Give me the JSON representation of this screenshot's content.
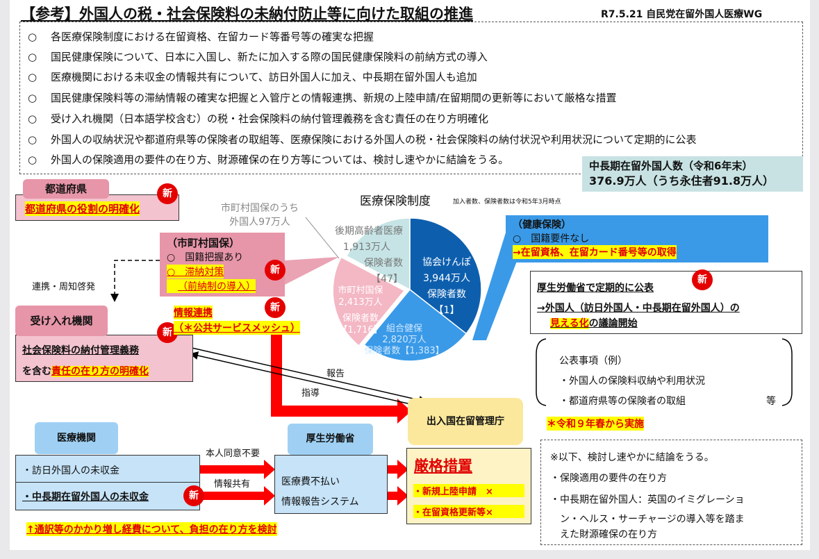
{
  "header": {
    "title": "【参考】外国人の税・社会保険料の未納付防止等に向けた取組の推進",
    "meta": "R7.5.21 自民党在留外国人医療WG"
  },
  "bullets": [
    {
      "mark": "○",
      "text": "各医療保険制度における在留資格、在留カード等番号等の確実な把握"
    },
    {
      "mark": "○",
      "text": "国民健康保険について、日本に入国し、新たに加入する際の国民健康保険料の前納方式の導入"
    },
    {
      "mark": "○",
      "text": "医療機関における未収金の情報共有について、訪日外国人に加え、中長期在留外国人も追加"
    },
    {
      "mark": "○",
      "text": "国民健康保険料等の滞納情報の確実な把握と入管庁との情報連携、新規の上陸申請/在留期間の更新等において厳格な措置"
    },
    {
      "mark": "○",
      "text": "受け入れ機関（日本語学校含む）の税・社会保険料の納付管理義務を含む責任の在り方明確化"
    },
    {
      "mark": "○",
      "text": "外国人の収納状況や都道府県等の保険者の取組等、医療保険における外国人の税・社会保険料の納付状況や利用状況について定期的に公表"
    },
    {
      "mark": "○",
      "text": "外国人の保険適用の要件の在り方、財源確保の在り方等については、検討し速やかに結論をうる。"
    }
  ],
  "residents": {
    "line1": "中長期在留外国人数（令和6年末）",
    "line2": "376.9万人（うち永住者91.8万人）"
  },
  "new_badge": "新",
  "prefecture": {
    "tab": "都道府県",
    "text": "都道府県の役割の明確化"
  },
  "kokuho_note": {
    "line1": "市町村国保のうち",
    "line2": "外国人97万人"
  },
  "kokuho_box": {
    "title": "（市町村国保）",
    "item1": "○　国籍把握あり",
    "item2": "○　滞納対策",
    "item3": "（前納制の導入）"
  },
  "renkei": "連携・周知啓発",
  "receiving": {
    "tab": "受け入れ機関",
    "line1": "社会保険料の納付管理義務",
    "line2a": "を含む",
    "line2b": "責任の在り方の明確化"
  },
  "info_link": {
    "line1": "情報連携",
    "line2": "（＊公共サービスメッシュ）"
  },
  "report": "報告",
  "guidance": "指導",
  "immigration": "出入国在留管理庁",
  "chart_data": {
    "type": "pie",
    "title": "医療保険制度",
    "note": "加入者数、保険者数は令和5年3月時点",
    "slices": [
      {
        "name": "協会けんぽ",
        "value": 3944,
        "label": "3,944万人",
        "insurers_label": "保険者数",
        "insurers": "【1】",
        "color": "#0d5fae"
      },
      {
        "name": "組合健保",
        "value": 2820,
        "label": "2,820万人",
        "insurers_label": "保険者数",
        "insurers": "【1,383】",
        "color": "#3a9ae8"
      },
      {
        "name": "市町村国保",
        "value": 2413,
        "label": "2,413万人",
        "insurers_label": "保険者数",
        "insurers": "【1,716】",
        "color": "#f4b7c4"
      },
      {
        "name": "後期高齢者医療",
        "value": 1913,
        "label": "1,913万人",
        "insurers_label": "保険者数",
        "insurers": "【47】",
        "color": "#c6e4e6"
      }
    ]
  },
  "kenpo": {
    "title": "（健康保険）",
    "item": "○　国籍要件なし",
    "action": "→在留資格、在留カード番号等の取得"
  },
  "publish": {
    "title": "厚生労働省で定期的に公表",
    "line1": "→外国人（訪日外国人・中長期在留外国人）の",
    "line2a": "見える化",
    "line2b": "の議論開始"
  },
  "publish_items": {
    "title": "公表事項（例）",
    "item1": "・外国人の保険料収納や利用状況",
    "item2": "・都道府県等の保険者の取組",
    "etc": "等"
  },
  "start": "＊令和９年春から実施",
  "medical": {
    "tab": "医療機関",
    "row1": "・訪日外国人の未収金",
    "row2": "・中長期在留外国人の未収金"
  },
  "consent": "本人同意不要",
  "share": "情報共有",
  "mhlw": {
    "tab": "厚生労働省",
    "line1": "医療費不払い",
    "line2": "情報報告システム"
  },
  "strict": {
    "title": "厳格措置",
    "item1": "・新規上陸申請　×",
    "item2": "・在留資格更新等×"
  },
  "consider": {
    "title": "※以下、検討し速やかに結論をうる。",
    "item1": "・保険適用の要件の在り方",
    "item2": "・中長期在留外国人：英国のイミグレーショ",
    "item3": "　ン・ヘルス・サーチャージの導入等を踏ま",
    "item4": "　えた財源確保の在り方"
  },
  "footer_note": "↑通訳等のかかり増し経費について、負担の在り方を検討"
}
